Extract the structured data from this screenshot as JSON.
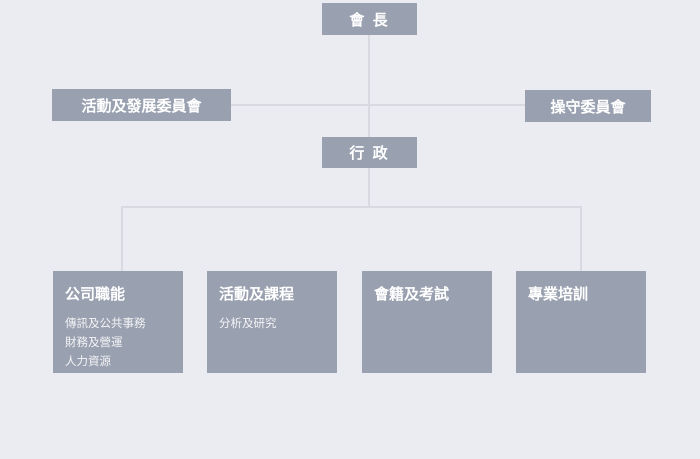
{
  "org_chart": {
    "title": "organization-chart",
    "chairman": {
      "label": "會 長"
    },
    "committees": [
      {
        "label": "活動及發展委員會"
      },
      {
        "label": "操守委員會"
      }
    ],
    "admin": {
      "label": "行 政"
    },
    "departments": [
      {
        "title": "公司職能",
        "items": [
          "傳訊及公共事務",
          "財務及營運",
          "人力資源"
        ]
      },
      {
        "title": "活動及課程",
        "items": [
          "分析及研究"
        ]
      },
      {
        "title": "會籍及考試",
        "items": []
      },
      {
        "title": "專業培訓",
        "items": []
      }
    ]
  },
  "colors": {
    "background": "#eaecf1",
    "node_fill": "#99a0af",
    "node_text": "#ffffff",
    "connector": "#d9dae1"
  }
}
